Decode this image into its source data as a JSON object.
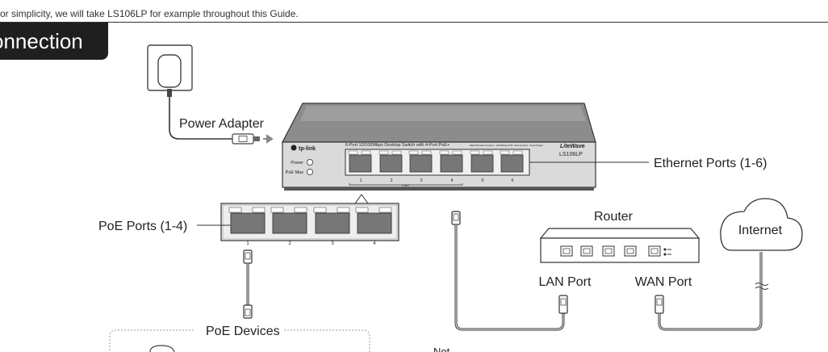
{
  "header": {
    "intro": "or simplicity, we will take LS106LP for example throughout this Guide.",
    "section_title": "onnection"
  },
  "switch": {
    "brand": "tp-link",
    "description": "6-Port 10/100Mbps Desktop Switch with 4-Port PoE+",
    "fine_print": "IEEE 802.3af/at compliant · 10/100Mbps RJ45 · Ethernet Ports · Power Budget",
    "series_logo": "LiteWave",
    "model": "LS106LP",
    "led_power": "Power",
    "led_poe_max": "PoE Max",
    "port_numbers": [
      "1",
      "2",
      "3",
      "4",
      "5",
      "6"
    ],
    "poe_bracket_label": "PoE+"
  },
  "poe_zoom": {
    "port_numbers": [
      "1",
      "2",
      "3",
      "4"
    ]
  },
  "labels": {
    "power_adapter": "Power Adapter",
    "ethernet_ports": "Ethernet Ports (1-6)",
    "poe_ports": "PoE Ports (1-4)",
    "router": "Router",
    "lan_port": "LAN Port",
    "wan_port": "WAN Port",
    "internet": "Internet",
    "poe_devices": "PoE Devices",
    "note_partial": "Not"
  },
  "colors": {
    "switch_top": "#8c8c8c",
    "switch_front": "#d9d9d9",
    "port_fill": "#777777",
    "section_tab": "#1f1f1f"
  }
}
